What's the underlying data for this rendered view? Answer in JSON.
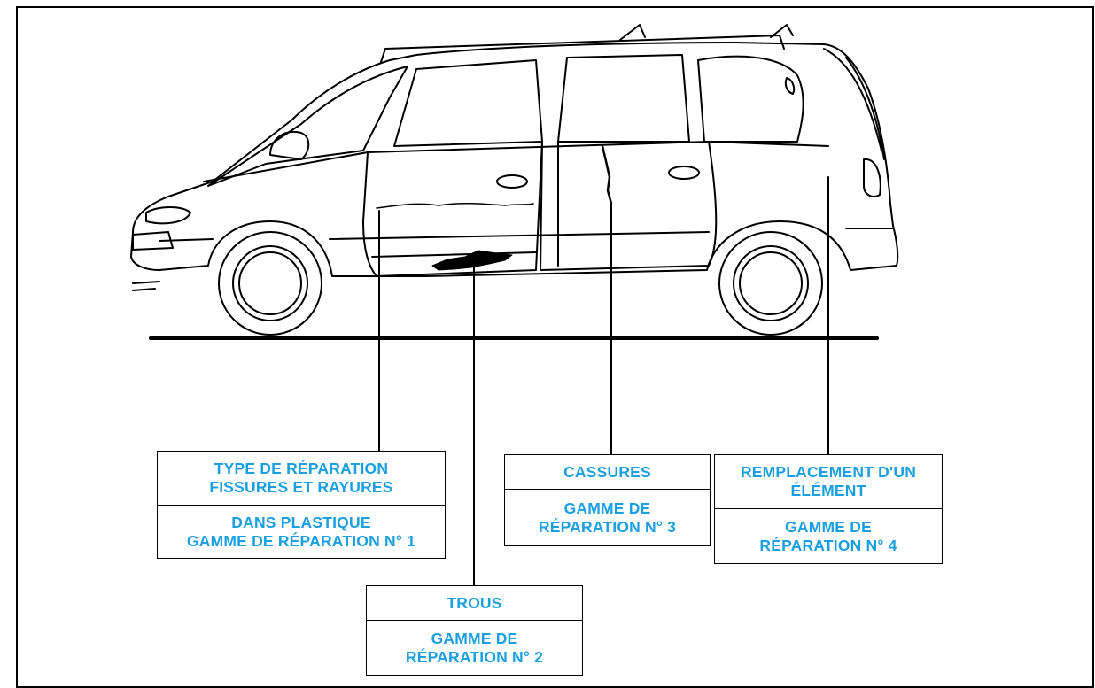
{
  "labels": {
    "fissures": {
      "header": [
        "TYPE DE RÉPARATION",
        "FISSURES ET RAYURES"
      ],
      "body": [
        "DANS PLASTIQUE",
        "GAMME DE RÉPARATION N° 1"
      ]
    },
    "trous": {
      "header": [
        "TROUS"
      ],
      "body": [
        "GAMME DE",
        "RÉPARATION N° 2"
      ]
    },
    "cassures": {
      "header": [
        "CASSURES"
      ],
      "body": [
        "GAMME DE",
        "RÉPARATION N° 3"
      ]
    },
    "remplacement": {
      "header": [
        "REMPLACEMENT D'UN",
        "ÉLÉMENT"
      ],
      "body": [
        "GAMME DE",
        "RÉPARATION N° 4"
      ]
    }
  },
  "colors": {
    "label_text": "#1aa0e0",
    "lines": "#000000"
  }
}
